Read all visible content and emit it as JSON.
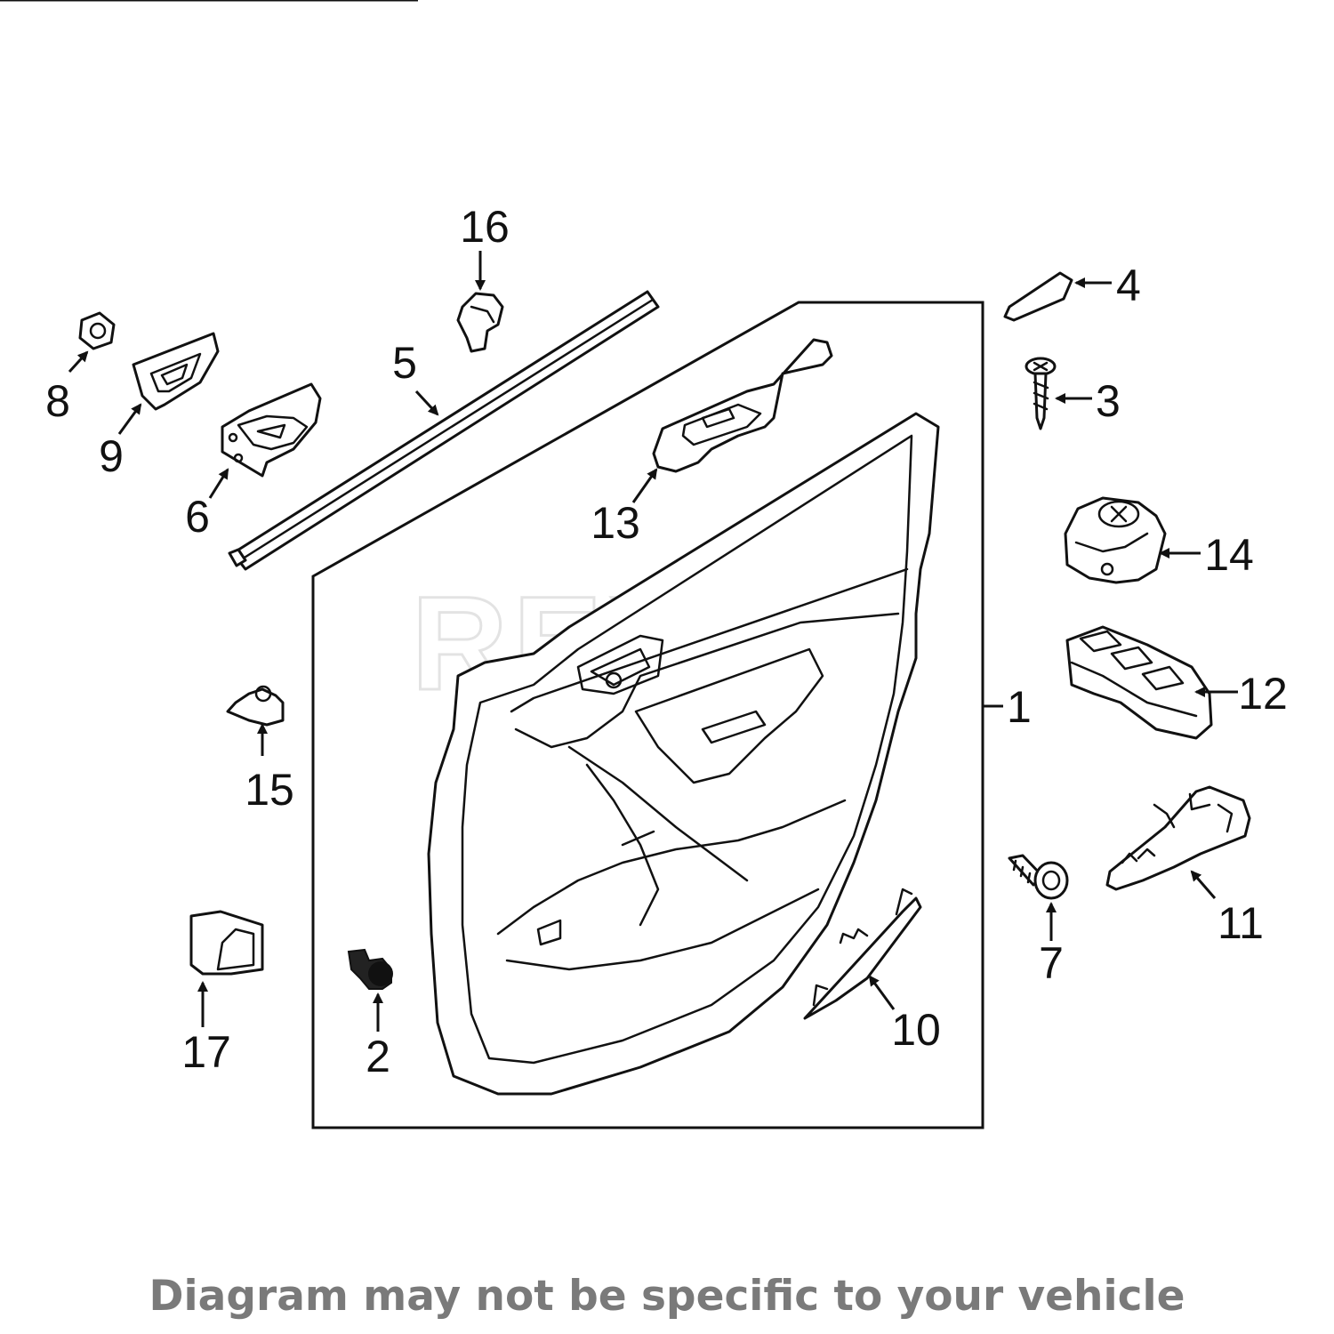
{
  "watermark": "REXKA",
  "disclaimer": "Diagram may not be specific to your vehicle",
  "callouts": [
    {
      "id": "1",
      "part": "door-trim-panel"
    },
    {
      "id": "2",
      "part": "panel-clip"
    },
    {
      "id": "3",
      "part": "screw"
    },
    {
      "id": "4",
      "part": "pull-handle-cover"
    },
    {
      "id": "5",
      "part": "belt-weatherstrip"
    },
    {
      "id": "6",
      "part": "handle-bracket"
    },
    {
      "id": "7",
      "part": "bolt"
    },
    {
      "id": "8",
      "part": "nut"
    },
    {
      "id": "9",
      "part": "handle-bezel"
    },
    {
      "id": "10",
      "part": "reflector-cover"
    },
    {
      "id": "11",
      "part": "switch-bracket"
    },
    {
      "id": "12",
      "part": "window-switch"
    },
    {
      "id": "13",
      "part": "switch-bezel"
    },
    {
      "id": "14",
      "part": "mirror-switch"
    },
    {
      "id": "15",
      "part": "retainer-clip"
    },
    {
      "id": "16",
      "part": "upper-clip"
    },
    {
      "id": "17",
      "part": "speaker-cover"
    }
  ]
}
